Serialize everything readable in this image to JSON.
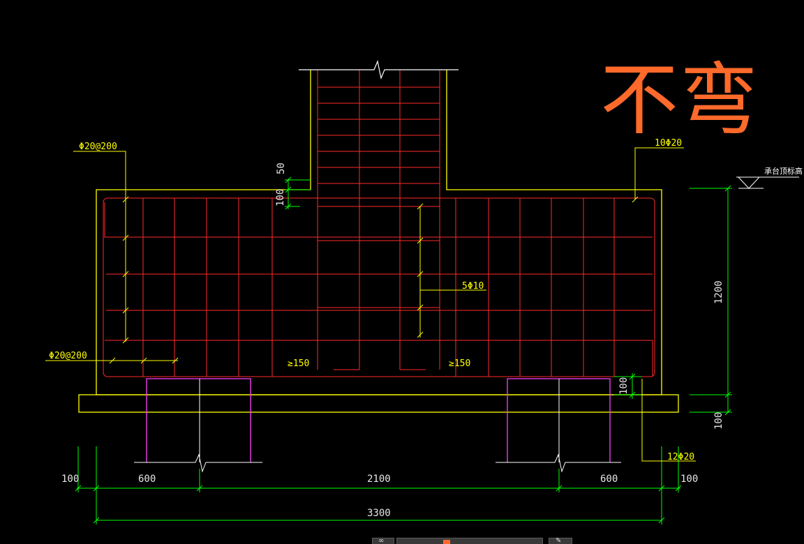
{
  "colors": {
    "background": "#000000",
    "outline": "#ffff00",
    "rebar": "#ff2a2a",
    "dimension": "#00ff00",
    "pile": "#ff40ff",
    "text": "#e6e6e6",
    "stamp": "#ff6a2b"
  },
  "annotation": {
    "stamp_text": "不弯"
  },
  "labels": {
    "top_bar_spacing": "Φ20@200",
    "bottom_bar_spacing": "Φ20@200",
    "top_bars": "10Φ20",
    "stirrups": "5Φ10",
    "anchor_left": "≥150",
    "anchor_right": "≥150",
    "cover_50": "50",
    "cover_100_top": "100",
    "cover_100_right": "100",
    "elevation": "承台顶标高",
    "bottom_bars": "12Φ20"
  },
  "dimensions": {
    "height_1200": "1200",
    "height_100": "100",
    "left_100": "100",
    "left_600": "600",
    "middle_2100": "2100",
    "right_600": "600",
    "right_100": "100",
    "total_3300": "3300"
  },
  "icons": {
    "statusbar_1": "infinity-icon",
    "statusbar_2": "pen-icon"
  }
}
